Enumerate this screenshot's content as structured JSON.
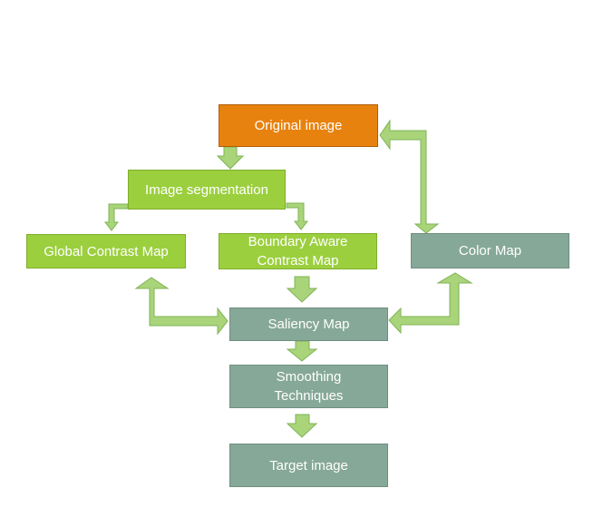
{
  "diagram": {
    "nodes": {
      "original": {
        "label": "Original image"
      },
      "segmentation": {
        "label": "Image segmentation"
      },
      "global_contrast": {
        "label": "Global Contrast Map"
      },
      "boundary_aware": {
        "line1": "Boundary Aware",
        "line2": "Contrast Map"
      },
      "color_map": {
        "label": "Color Map"
      },
      "saliency": {
        "label": "Saliency Map"
      },
      "smoothing": {
        "line1": "Smoothing",
        "line2": "Techniques"
      },
      "target": {
        "label": "Target image"
      }
    },
    "colors": {
      "orange_fill": "#e8820f",
      "green_fill": "#9bcf3e",
      "gray_fill": "#86a898",
      "arrow_fill": "#a9d47a",
      "arrow_stroke": "#7fb356"
    }
  }
}
